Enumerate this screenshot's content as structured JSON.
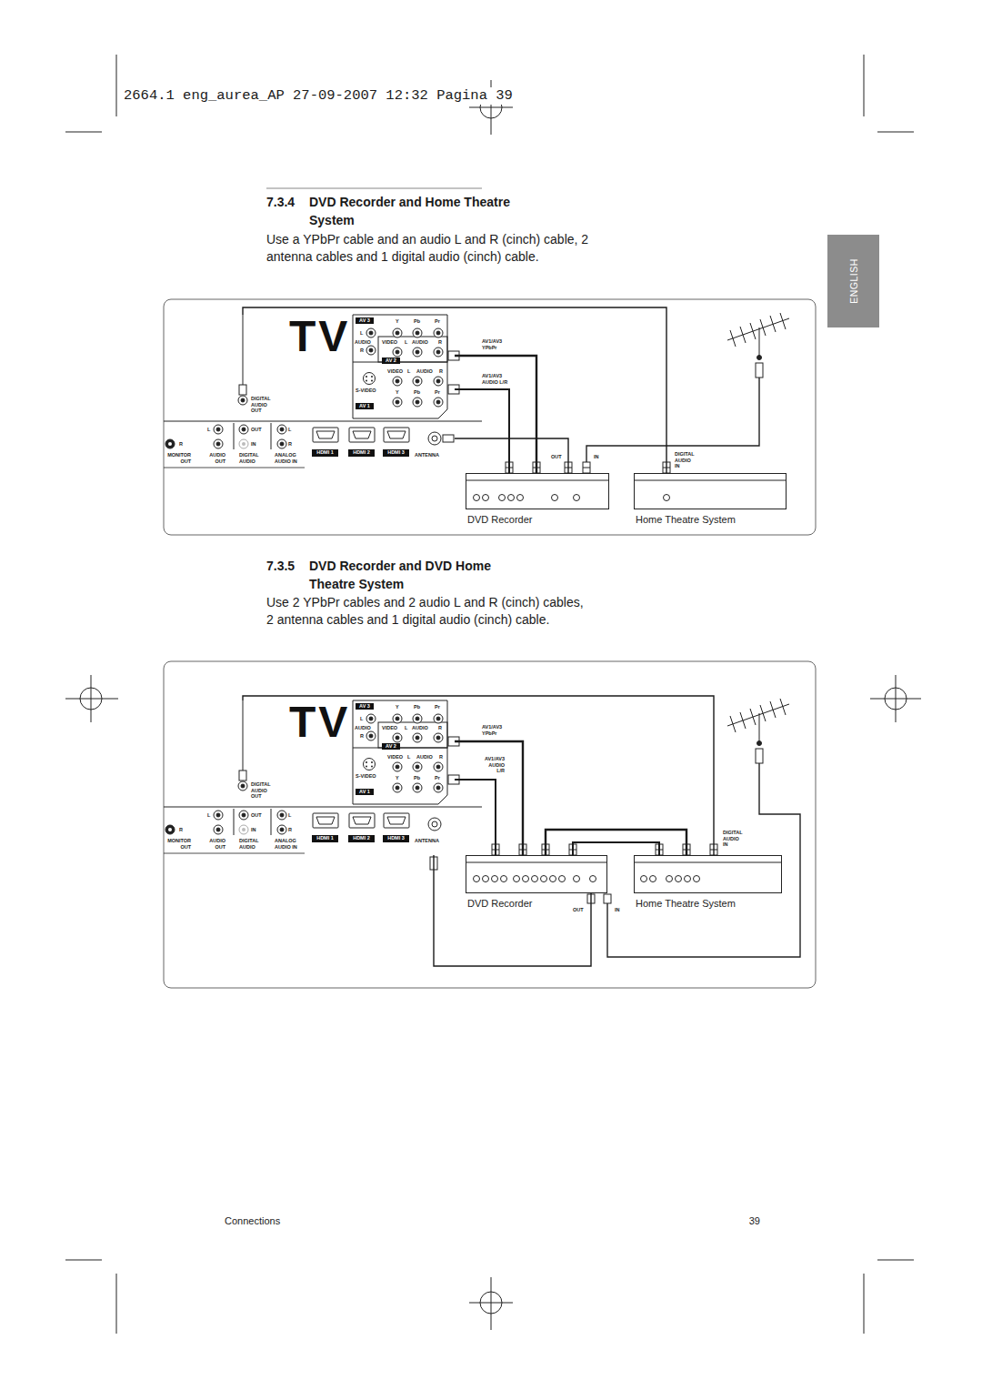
{
  "diagram": {
    "nodes": [
      {
        "text": [
          "ENGLISH"
        ]
      },
      {
        "text": [
          "TV"
        ]
      },
      {
        "text": [
          "AV 3"
        ],
        "in": 1
      },
      {
        "text": [
          "AV 2"
        ],
        "in": 1
      },
      {
        "text": [
          "AV 1"
        ],
        "in": 1
      },
      {
        "text": [
          "HDMI 1"
        ],
        "in": 1
      },
      {
        "text": [
          "HDMI 2"
        ],
        "in": 1
      },
      {
        "text": [
          "HDMI 3"
        ],
        "in": 1
      },
      {
        "text": [
          "DVD Recorder"
        ]
      },
      {
        "text": [
          "Home Theatre System"
        ]
      },
      {
        "text": [
          "TV"
        ]
      },
      {
        "text": [
          "AV 3"
        ],
        "in": 10
      },
      {
        "text": [
          "AV 2"
        ],
        "in": 10
      },
      {
        "text": [
          "AV 1"
        ],
        "in": 10
      },
      {
        "text": [
          "HDMI 1"
        ],
        "in": 10
      },
      {
        "text": [
          "HDMI 2"
        ],
        "in": 10
      },
      {
        "text": [
          "HDMI 3"
        ],
        "in": 10
      },
      {
        "text": [
          "DVD Recorder"
        ]
      },
      {
        "text": [
          "Home Theatre System"
        ]
      }
    ],
    "edges": [
      {
        "from": 1,
        "to": 8,
        "arrow": "none"
      },
      {
        "from": 1,
        "to": 8,
        "arrow": "none"
      },
      {
        "from": 1,
        "to": 8,
        "arrow": "none"
      },
      {
        "from": 1,
        "to": 9,
        "arrow": "none"
      },
      {
        "from": 10,
        "to": 17,
        "arrow": "none"
      },
      {
        "from": 10,
        "to": 17,
        "arrow": "none"
      },
      {
        "from": 10,
        "to": 17,
        "arrow": "none"
      },
      {
        "from": 10,
        "to": 18,
        "arrow": "none"
      },
      {
        "from": 17,
        "to": 18,
        "arrow": "none"
      },
      {
        "from": 17,
        "to": 18,
        "arrow": "none"
      }
    ],
    "labels": [
      "2664.1 eng_aurea_AP 27-09-2007 12:32 Pagina 39",
      "7.3.4",
      "DVD Recorder and Home Theatre System",
      "Use a YPbPr cable and an audio L and R (cinch) cable, 2 antenna cables and 1 digital audio (cinch) cable.",
      "L",
      "AUDIO",
      "R",
      "Y",
      "Pb",
      "Pr",
      "VIDEO",
      "L",
      "AUDIO",
      "R",
      "VIDEO",
      "L",
      "AUDIO",
      "R",
      "S-VIDEO",
      "Y",
      "Pb",
      "Pr",
      "DIGITAL AUDIO OUT",
      "L",
      "R",
      "OUT",
      "IN",
      "L",
      "R",
      "MONITOR OUT",
      "AUDIO OUT",
      "DIGITAL AUDIO",
      "ANALOG AUDIO IN",
      "ANTENNA",
      "AV1/AV3 YPbPr",
      "AV1/AV3 AUDIO L/R",
      "OUT",
      "IN",
      "DIGITAL AUDIO IN",
      "7.3.5",
      "DVD Recorder and DVD Home Theatre System",
      "Use 2 YPbPr cables and 2 audio L and R (cinch) cables, 2 antenna cables and 1 digital audio (cinch) cable.",
      "L",
      "AUDIO",
      "R",
      "Y",
      "Pb",
      "Pr",
      "VIDEO",
      "L",
      "AUDIO",
      "R",
      "VIDEO",
      "L",
      "AUDIO",
      "R",
      "S-VIDEO",
      "Y",
      "Pb",
      "Pr",
      "DIGITAL AUDIO OUT",
      "L",
      "R",
      "OUT",
      "IN",
      "L",
      "R",
      "MONITOR OUT",
      "AUDIO OUT",
      "DIGITAL AUDIO",
      "ANALOG AUDIO IN",
      "ANTENNA",
      "AV1/AV3 YPbPr",
      "AV1/AV3 AUDIO L/R",
      "OUT",
      "IN",
      "DIGITAL AUDIO IN",
      "Connections",
      "39"
    ]
  }
}
